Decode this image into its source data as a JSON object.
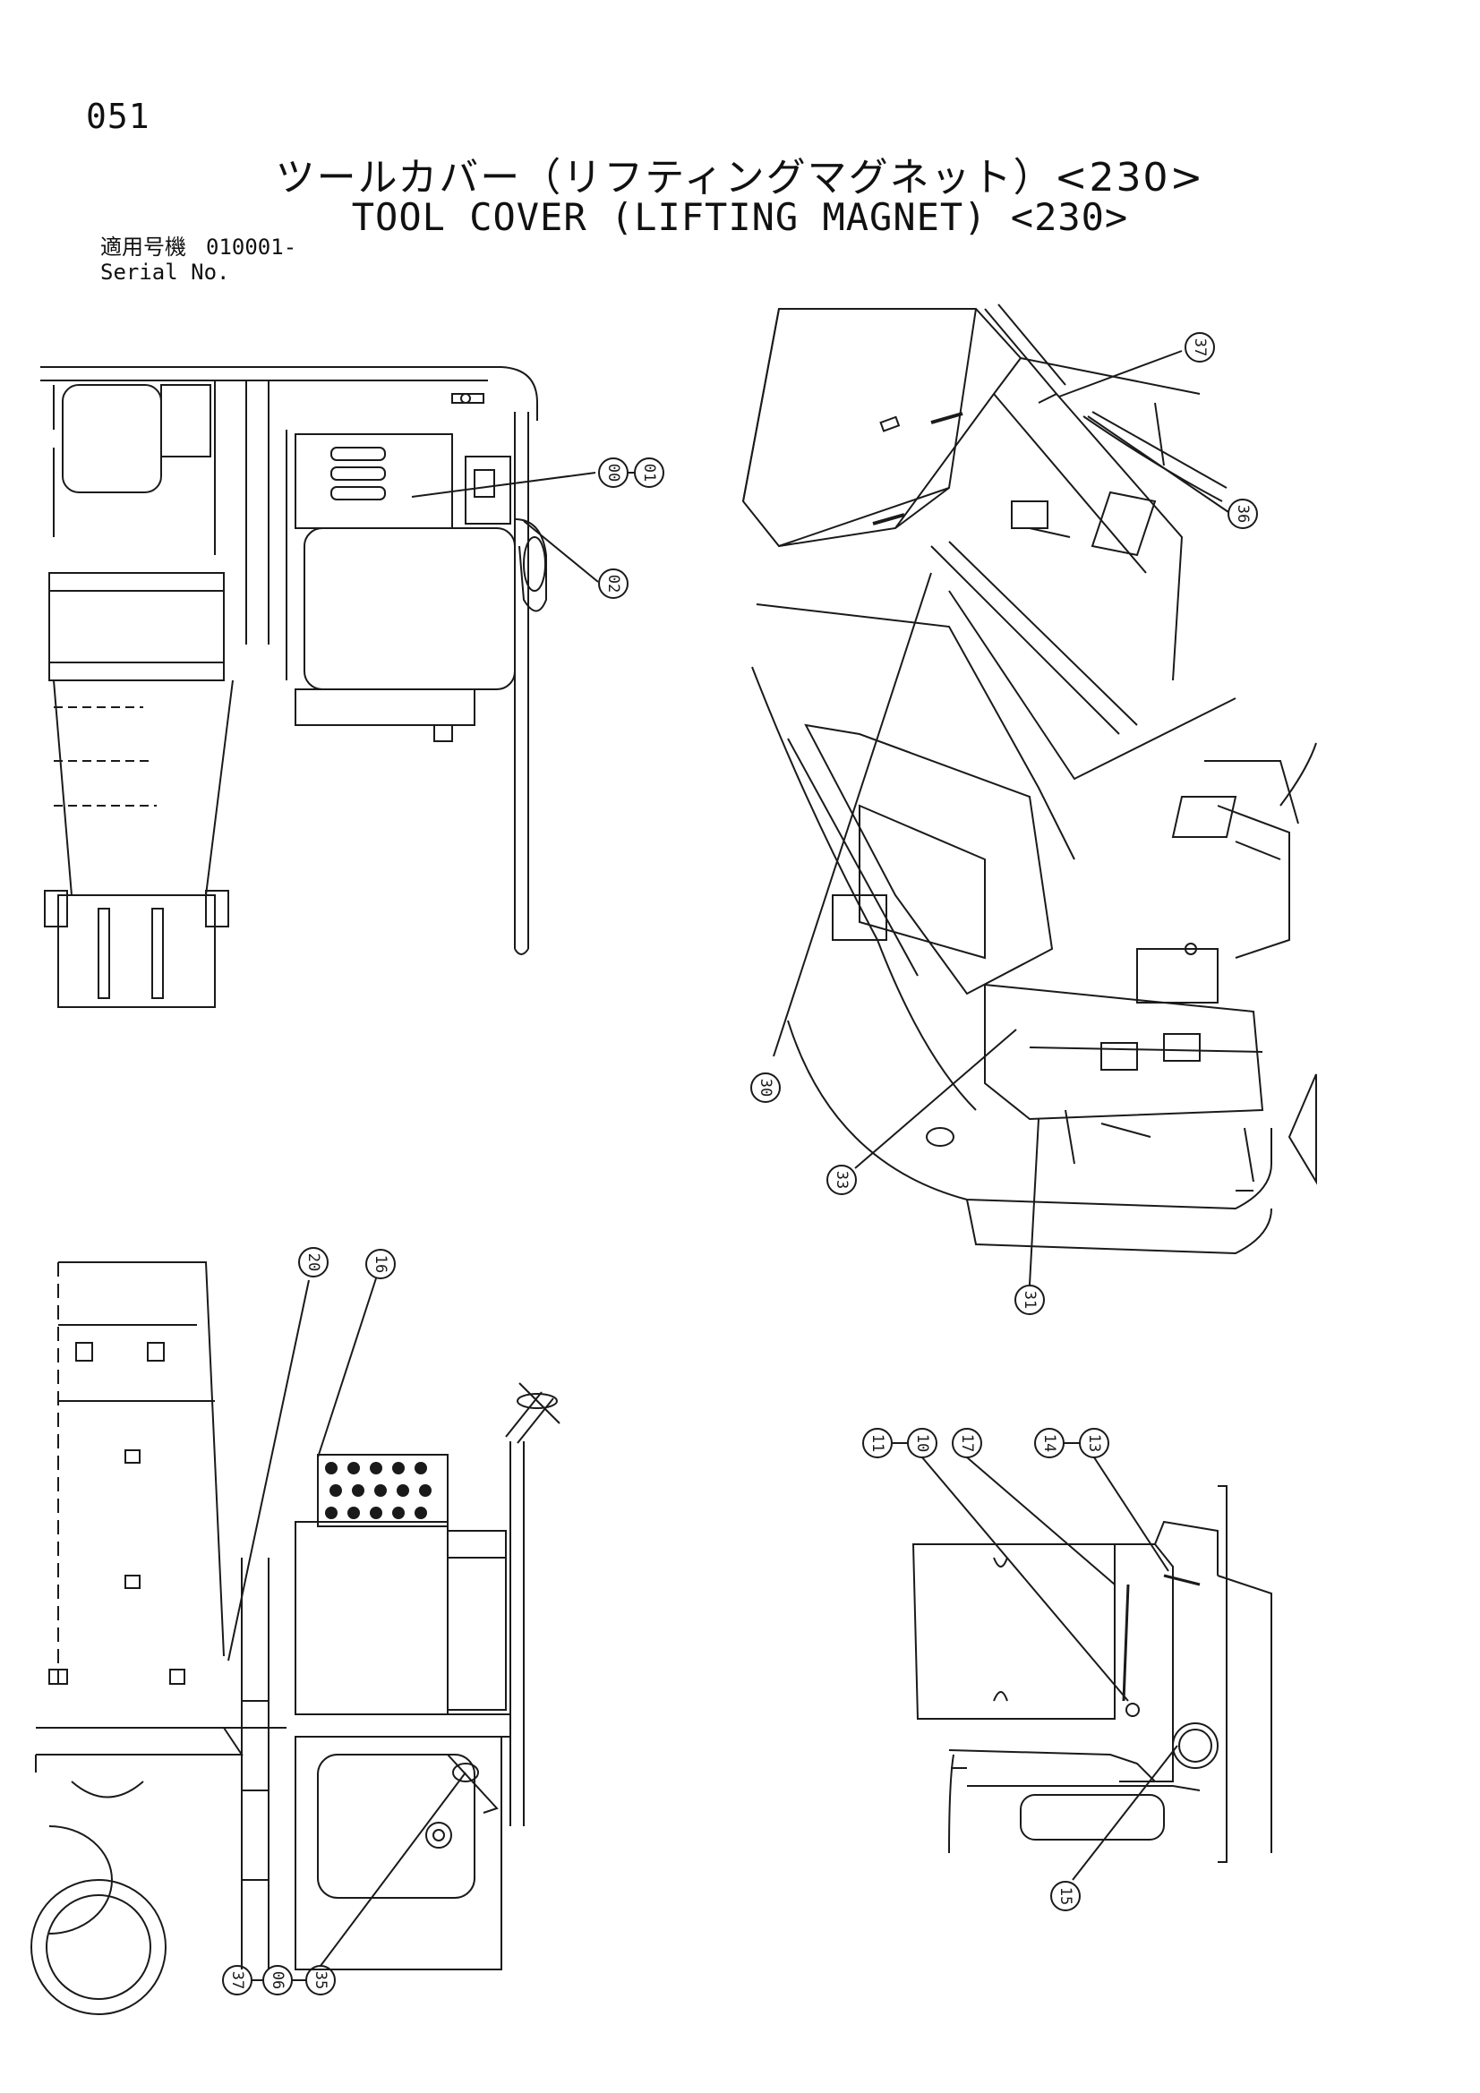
{
  "page_number": "051",
  "title": {
    "japanese": "ツールカバー（リフティングマグネット）<230>",
    "english": "TOOL COVER (LIFTING MAGNET) <230>"
  },
  "serial": {
    "label_jp": "適用号機",
    "value": "010001-",
    "label_en": "Serial No."
  },
  "callouts": {
    "c00": "00",
    "c01": "01",
    "c02": "02",
    "c37a": "37",
    "c36": "36",
    "c30": "30",
    "c33": "33",
    "c31": "31",
    "c20": "20",
    "c16": "16",
    "c11": "11",
    "c10": "10",
    "c17": "17",
    "c14": "14",
    "c13": "13",
    "c15": "15",
    "c37b": "37",
    "c06": "06",
    "c35": "35"
  },
  "colors": {
    "ink": "#1a1a1a",
    "paper": "#ffffff"
  }
}
